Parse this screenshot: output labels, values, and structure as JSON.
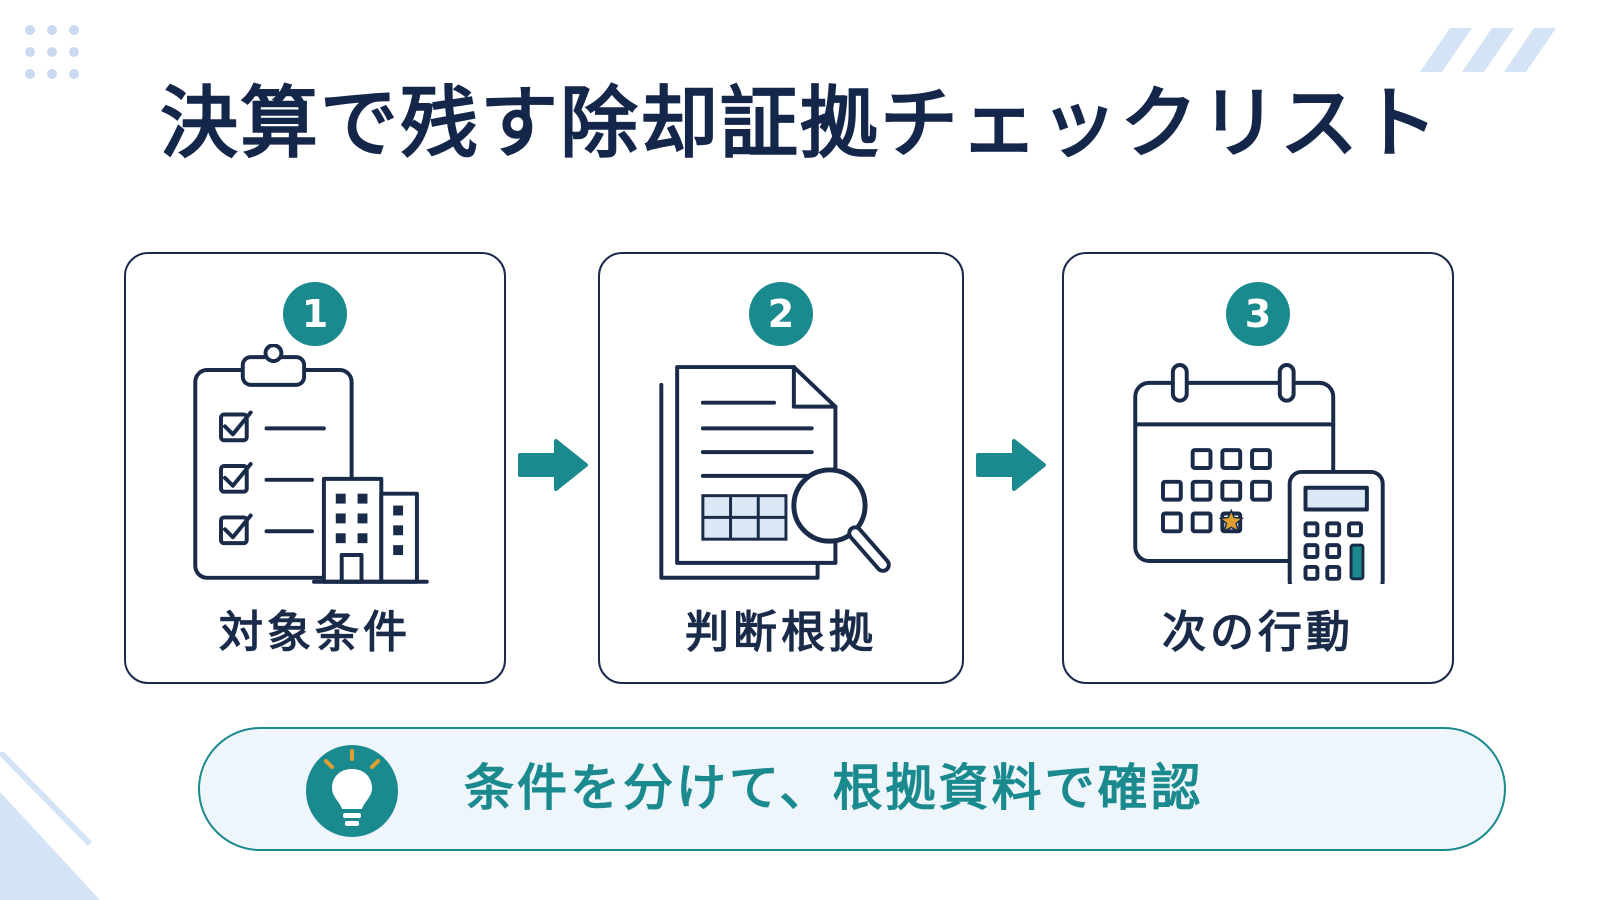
{
  "title": "決算で残す除却証拠チェックリスト",
  "steps": [
    {
      "number": "1",
      "label": "対象条件",
      "icon": "clipboard-building-icon"
    },
    {
      "number": "2",
      "label": "判断根拠",
      "icon": "document-magnifier-icon"
    },
    {
      "number": "3",
      "label": "次の行動",
      "icon": "calendar-calculator-icon"
    }
  ],
  "tip": {
    "icon": "lightbulb-icon",
    "text": "条件を分けて、根拠資料で確認"
  },
  "colors": {
    "navy": "#1a2b4a",
    "teal": "#1b8a8f",
    "light_blue": "#dce8f6",
    "star": "#e0a030"
  }
}
